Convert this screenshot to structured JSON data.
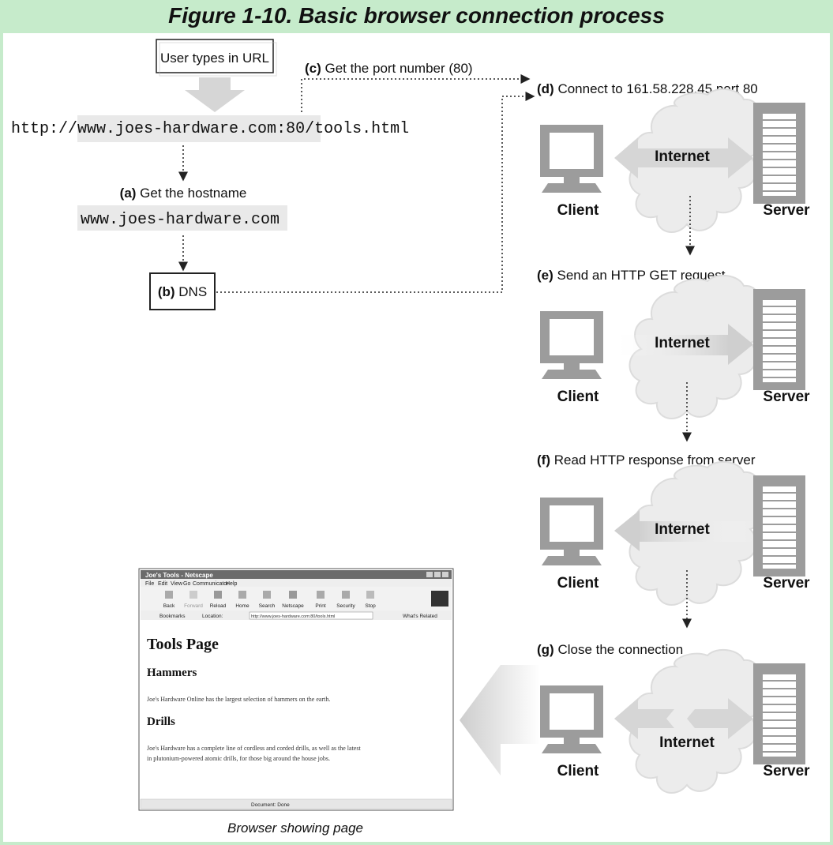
{
  "title": "Figure 1-10. Basic browser connection process",
  "url": {
    "prefix": "http://",
    "host": "www.joes-hardware.com",
    "colon": ":",
    "port": "80",
    "path": "/tools.html"
  },
  "user_types_url": "User types in URL",
  "step_a": {
    "letter": "(a)",
    "text": " Get the hostname",
    "value": "www.joes-hardware.com"
  },
  "step_b": {
    "letter": "(b)",
    "text": " DNS"
  },
  "step_c": {
    "letter": "(c)",
    "text": " Get the port number (80)"
  },
  "step_d": {
    "letter": "(d)",
    "text": " Connect to 161.58.228.45 port 80"
  },
  "step_e": {
    "letter": "(e)",
    "text": " Send an HTTP GET request"
  },
  "step_f": {
    "letter": "(f)",
    "text": " Read HTTP response from server"
  },
  "step_g": {
    "letter": "(g)",
    "text": " Close the connection"
  },
  "labels": {
    "internet": "Internet",
    "client": "Client",
    "server": "Server"
  },
  "browser": {
    "window_title": "Joe's Tools - Netscape",
    "menus": [
      "File",
      "Edit",
      "View",
      "Go",
      "Communicator",
      "Help"
    ],
    "toolbar": [
      "Back",
      "Forward",
      "Reload",
      "Home",
      "Search",
      "Netscape",
      "Print",
      "Security",
      "Stop"
    ],
    "bookmarks": "Bookmarks",
    "location_label": "Location:",
    "location_value": "http://www.joes-hardware.com:80/tools.html",
    "whats_related": "What's Related",
    "page_heading": "Tools Page",
    "h2_hammers": "Hammers",
    "p_hammers": "Joe's Hardware Online has the largest selection of hammers on the earth.",
    "h2_drills": "Drills",
    "p_drills_1": "Joe's Hardware has a complete line of cordless and corded drills, as well as the latest",
    "p_drills_2": "in plutonium-powered atomic drills, for those big around the house jobs.",
    "status": "Document: Done"
  },
  "browser_caption": "Browser showing page",
  "colors": {
    "background": "#c6ebcb",
    "gray": "#9c9c9c",
    "light_gray": "#d6d6d6"
  }
}
